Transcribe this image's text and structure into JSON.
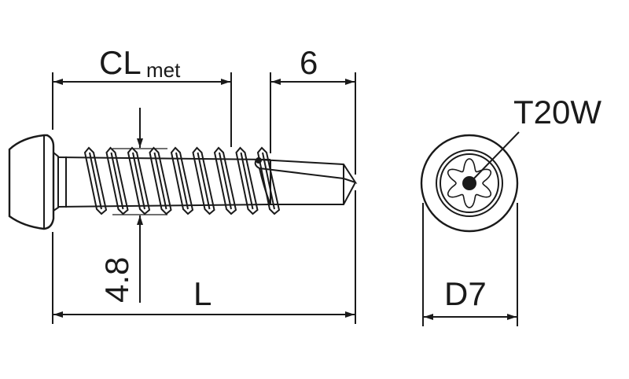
{
  "labels": {
    "cl": "CL",
    "cl_sub": "met",
    "drill_length": "6",
    "diameter": "4.8",
    "length": "L",
    "head_diameter": "D7",
    "drive": "T20W"
  }
}
